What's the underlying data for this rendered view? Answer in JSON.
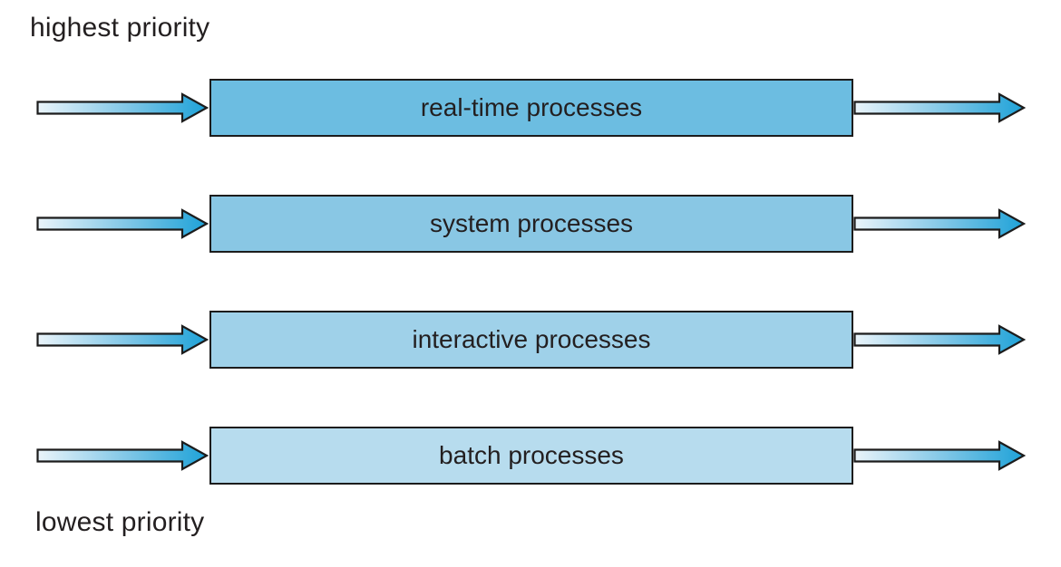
{
  "labels": {
    "top": "highest priority",
    "bottom": "lowest priority"
  },
  "queues": [
    {
      "label": "real-time processes",
      "fill": "#6cbde1"
    },
    {
      "label": "system processes",
      "fill": "#89c7e4"
    },
    {
      "label": "interactive processes",
      "fill": "#9fd1e9"
    },
    {
      "label": "batch processes",
      "fill": "#b7dcee"
    }
  ],
  "colors": {
    "outline": "#1c1c1c",
    "text": "#231f20",
    "arrow_gradient_start": "#eaf4fa",
    "arrow_gradient_mid": "#7cc5e6",
    "arrow_gradient_end": "#1ea2d8"
  }
}
